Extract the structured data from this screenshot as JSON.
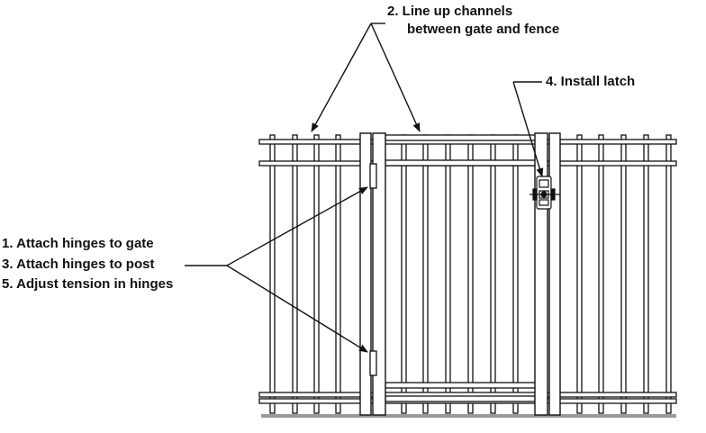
{
  "callouts": {
    "channels": {
      "line1": "2.  Line up channels",
      "line2": "between gate and fence"
    },
    "latch": "4.  Install latch",
    "hinges": [
      "1.  Attach hinges to gate",
      "3.  Attach hinges to post",
      "5.  Adjust tension in hinges"
    ]
  },
  "colors": {
    "line": "#111111",
    "ground": "#999999"
  }
}
